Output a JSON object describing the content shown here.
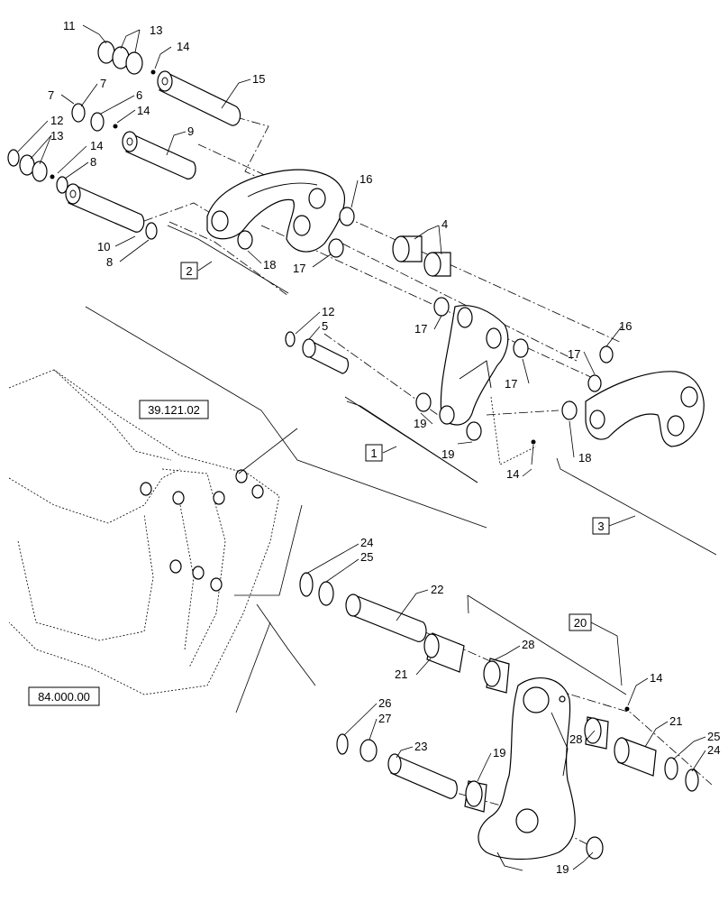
{
  "diagram": {
    "callouts": [
      {
        "id": "c11a",
        "text": "11"
      },
      {
        "id": "c13a",
        "text": "13"
      },
      {
        "id": "c14a",
        "text": "14"
      },
      {
        "id": "c15",
        "text": "15"
      },
      {
        "id": "c7a",
        "text": "7"
      },
      {
        "id": "c7b",
        "text": "7"
      },
      {
        "id": "c6",
        "text": "6"
      },
      {
        "id": "c14b",
        "text": "14"
      },
      {
        "id": "c9",
        "text": "9"
      },
      {
        "id": "c12a",
        "text": "12"
      },
      {
        "id": "c13b",
        "text": "13"
      },
      {
        "id": "c14c",
        "text": "14"
      },
      {
        "id": "c8a",
        "text": "8"
      },
      {
        "id": "c10",
        "text": "10"
      },
      {
        "id": "c8b",
        "text": "8"
      },
      {
        "id": "c16a",
        "text": "16"
      },
      {
        "id": "c4",
        "text": "4"
      },
      {
        "id": "c18a",
        "text": "18"
      },
      {
        "id": "c17a",
        "text": "17"
      },
      {
        "id": "c12b",
        "text": "12"
      },
      {
        "id": "c5",
        "text": "5"
      },
      {
        "id": "c17b",
        "text": "17"
      },
      {
        "id": "c17c",
        "text": "17"
      },
      {
        "id": "c16b",
        "text": "16"
      },
      {
        "id": "c17d",
        "text": "17"
      },
      {
        "id": "c19a",
        "text": "19"
      },
      {
        "id": "c19b",
        "text": "19"
      },
      {
        "id": "c14d",
        "text": "14"
      },
      {
        "id": "c18b",
        "text": "18"
      },
      {
        "id": "c24a",
        "text": "24"
      },
      {
        "id": "c25a",
        "text": "25"
      },
      {
        "id": "c22",
        "text": "22"
      },
      {
        "id": "c28a",
        "text": "28"
      },
      {
        "id": "c21a",
        "text": "21"
      },
      {
        "id": "c14e",
        "text": "14"
      },
      {
        "id": "c21b",
        "text": "21"
      },
      {
        "id": "c25b",
        "text": "25"
      },
      {
        "id": "c24b",
        "text": "24"
      },
      {
        "id": "c28b",
        "text": "28"
      },
      {
        "id": "c26",
        "text": "26"
      },
      {
        "id": "c27",
        "text": "27"
      },
      {
        "id": "c23",
        "text": "23"
      },
      {
        "id": "c19c",
        "text": "19"
      },
      {
        "id": "c19d",
        "text": "19"
      }
    ],
    "boxed_labels": {
      "ref_top": "39.121.02",
      "ref_bottom": "84.000.00",
      "group_2": "2",
      "group_1": "1",
      "group_3": "3",
      "group_20": "20"
    },
    "colors": {
      "ink": "#000000",
      "paper": "#ffffff"
    }
  }
}
